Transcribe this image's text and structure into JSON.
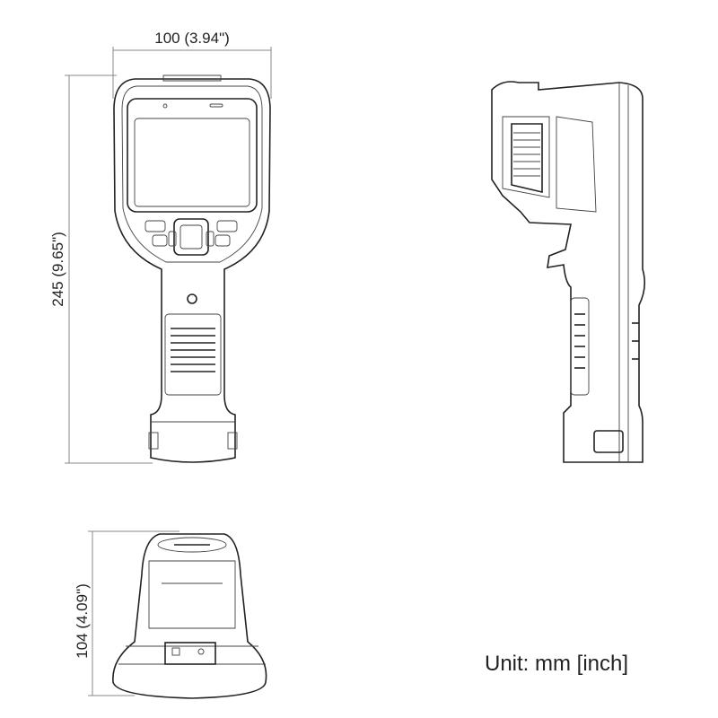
{
  "dimensions": {
    "width": "100 (3.94\")",
    "height": "245 (9.65\")",
    "depth": "104 (4.09\")"
  },
  "unit_label": "Unit: mm [inch]"
}
